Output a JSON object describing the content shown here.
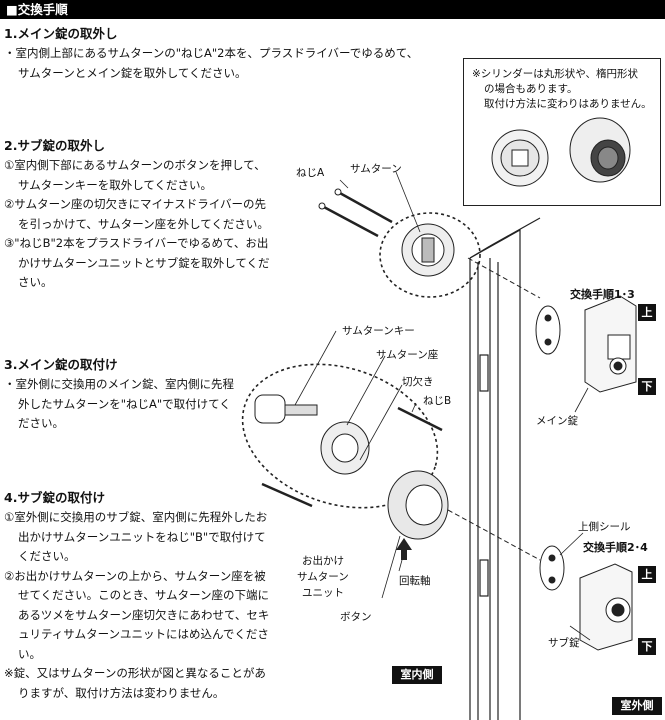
{
  "header": {
    "title": "■交換手順"
  },
  "steps": [
    {
      "heading": "1.メイン錠の取外し",
      "lines": [
        "・室内側上部にあるサムターンの\"ねじA\"2本を、プラスドライバーでゆるめて、",
        "サムターンとメイン錠を取外してください。"
      ]
    },
    {
      "heading": "2.サブ錠の取外し",
      "lines": [
        "①室内側下部にあるサムターンのボタンを押して、サムターンキーを取外してください。",
        "②サムターン座の切欠きにマイナスドライバーの先を引っかけて、サムターン座を外してください。",
        "③\"ねじB\"2本をプラスドライバーでゆるめて、お出かけサムターンユニットとサブ錠を取外してください。"
      ]
    },
    {
      "heading": "3.メイン錠の取付け",
      "lines": [
        "・室外側に交換用のメイン錠、室内側に先程外したサムターンを\"ねじA\"で取付けてください。"
      ]
    },
    {
      "heading": "4.サブ錠の取付け",
      "lines": [
        "①室外側に交換用のサブ錠、室内側に先程外したお出かけサムターンユニットをねじ\"B\"で取付けてください。",
        "②お出かけサムターンの上から、サムターン座を被せてください。このとき、サムターン座の下端にあるツメをサムターン座切欠きにあわせて、セキュリティサムターンユニットにはめ込んでください。",
        "※錠、又はサムターンの形状が図と異なることがありますが、取付け方法は変わりません。"
      ]
    }
  ],
  "note": {
    "line1": "※シリンダーは丸形状や、楕円形状",
    "line2": "の場合もあります。",
    "line3": "取付け方法に変わりはありません。"
  },
  "labels": {
    "screw_a": "ねじA",
    "thumbturn": "サムターン",
    "thumbturn_key": "サムターンキー",
    "thumbturn_seat": "サムターン座",
    "notch": "切欠き",
    "screw_b": "ねじB",
    "outing_unit_1": "お出かけ",
    "outing_unit_2": "サムターン",
    "outing_unit_3": "ユニット",
    "button": "ボタン",
    "rotation_axis": "回転軸",
    "main_lock": "メイン錠",
    "sub_lock": "サブ錠",
    "upper_seal": "上側シール",
    "proc_13": "交換手順1･3",
    "proc_24": "交換手順2･4",
    "up": "上",
    "down": "下",
    "indoor": "室内側",
    "outdoor": "室外側"
  }
}
